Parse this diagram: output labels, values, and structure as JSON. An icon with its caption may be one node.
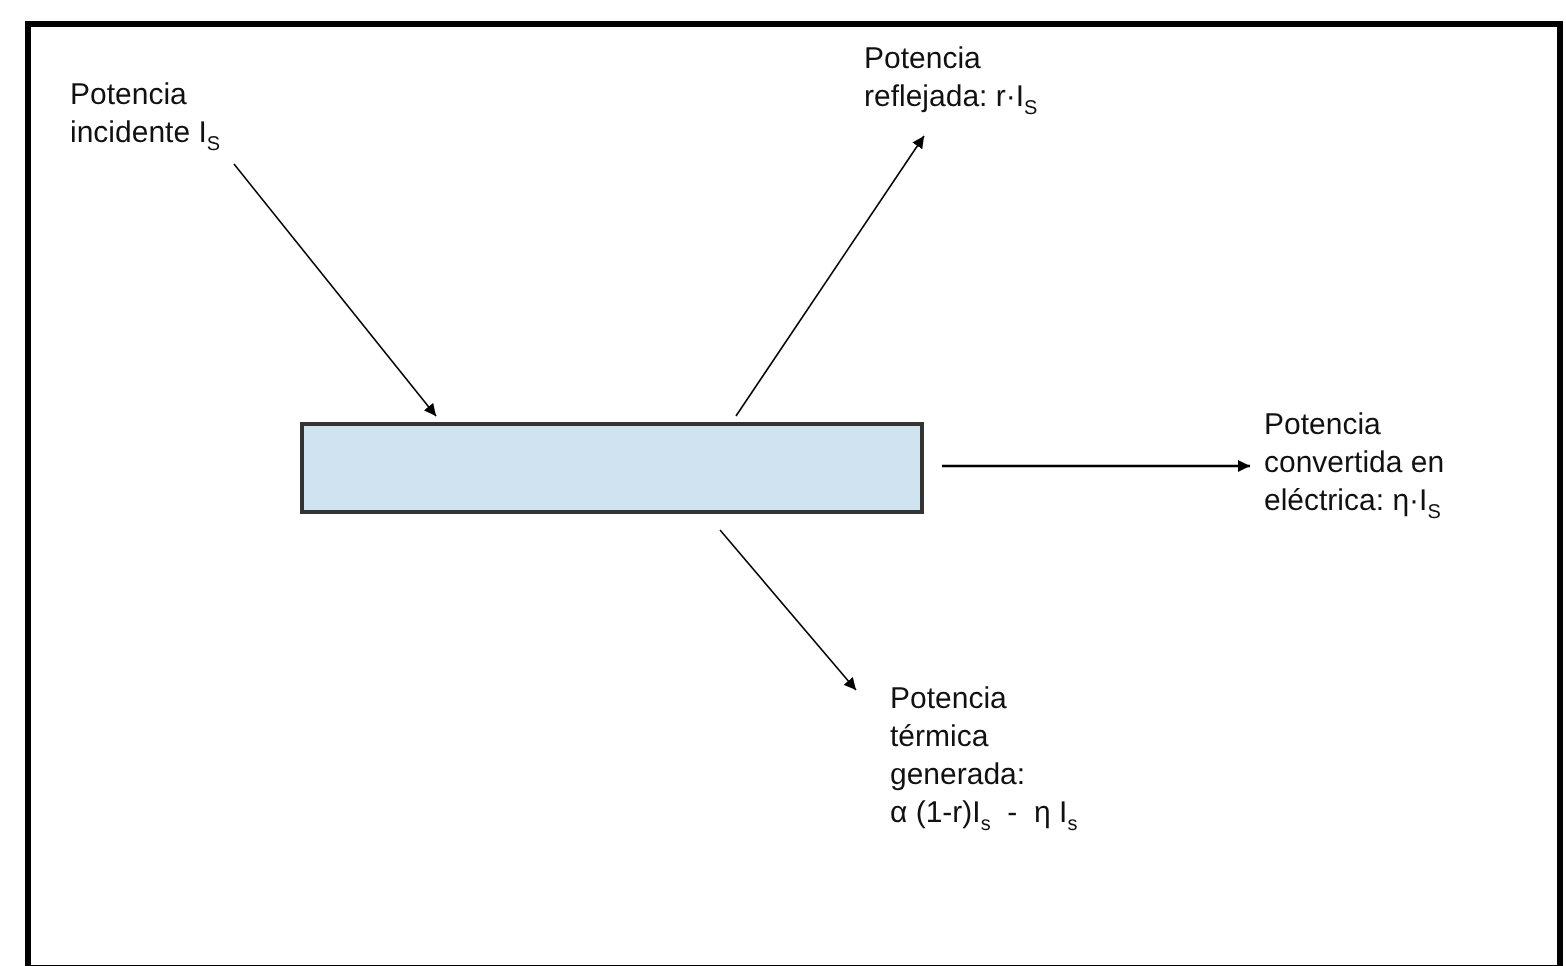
{
  "diagram": {
    "nodes": [
      {
        "text": [],
        "shape": "box"
      },
      {
        "text": [
          "Potencia incidente I$_{S}$"
        ]
      },
      {
        "text": [
          "Potencia reflejada:  r·I$_{S}$"
        ]
      },
      {
        "text": [
          "Potencia convertida en eléctrica:  η·I$_{S}$"
        ]
      },
      {
        "text": [
          "Potencia térmica generada:",
          "α (1-r)I$_{s}$  -  η I$_{s}$"
        ]
      }
    ],
    "edges": [
      {
        "from": 1,
        "to": 0,
        "arrow": "to"
      },
      {
        "from": 0,
        "to": 2,
        "arrow": "to"
      },
      {
        "from": 0,
        "to": 3,
        "arrow": "to"
      },
      {
        "from": 0,
        "to": 4,
        "arrow": "to"
      }
    ]
  }
}
